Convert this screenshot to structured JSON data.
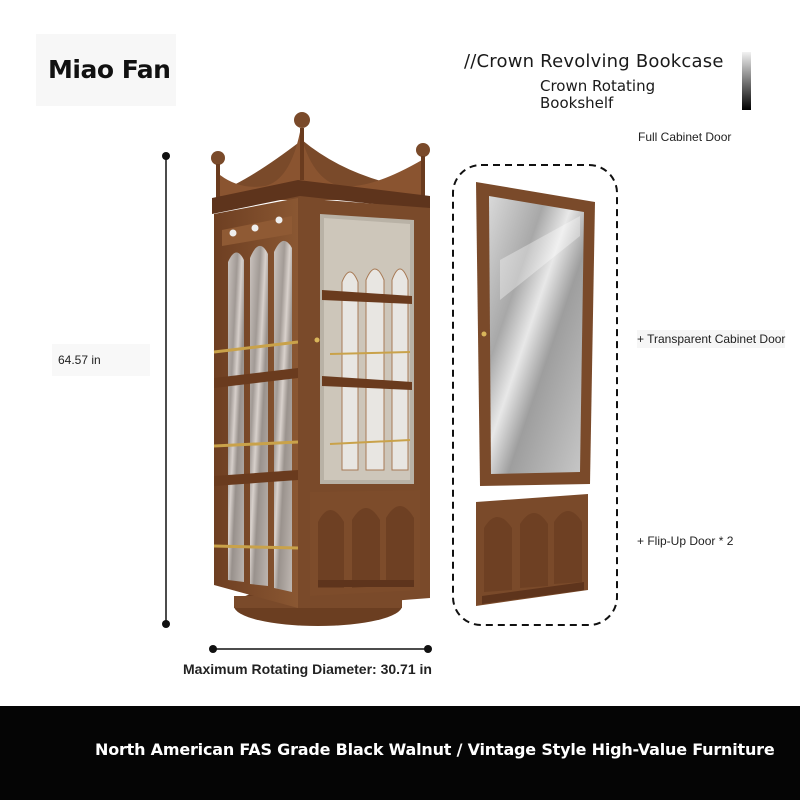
{
  "brand": "Miao Fan",
  "product": {
    "title": "//Crown Revolving Bookcase",
    "subtitle": "Crown Rotating Bookshelf"
  },
  "labels": {
    "full_door": "Full Cabinet Door",
    "transparent_door": "+ Transparent Cabinet Door",
    "flip_up_door": "+ Flip-Up Door * 2"
  },
  "dimensions": {
    "height": "64.57 in",
    "diameter": "Maximum Rotating Diameter: 30.71 in"
  },
  "footer": "North American FAS Grade Black Walnut / Vintage Style High-Value Furniture",
  "colors": {
    "walnut": "#7a4a2a",
    "walnut_dark": "#5a321b",
    "brass": "#c9a24a",
    "footer_bg": "#050505"
  }
}
